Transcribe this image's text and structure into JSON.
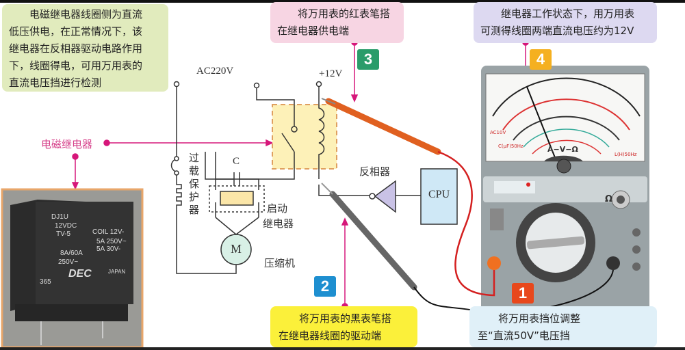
{
  "notes": {
    "relay_description": [
      "电磁继电器线圈侧为直流",
      "低压供电，在正常情况下，该",
      "继电器在反相器驱动电路作用",
      "下，线圈得电，可用万用表的",
      "直流电压挡进行检测"
    ],
    "step3": [
      "将万用表的红表笔搭",
      "在继电器供电端"
    ],
    "step4": [
      "继电器工作状态下，用万用表",
      "可测得线圈两端直流电压约为12V"
    ],
    "step2": [
      "将万用表的黑表笔搭",
      "在继电器线圈的驱动端"
    ],
    "step1": [
      "将万用表挡位调整",
      "至“直流50V”电压挡"
    ]
  },
  "badges": {
    "b1": "1",
    "b2": "2",
    "b3": "3",
    "b4": "4"
  },
  "badge_colors": {
    "b1": "#e8481c",
    "b2": "#1e8fd0",
    "b3": "#2a9c6a",
    "b4": "#f5b020"
  },
  "circuit": {
    "relay_label": "电磁继电器",
    "ac_label": "AC220V",
    "dc_label": "+12V",
    "overload_label": "过载保护器",
    "capacitor_label": "C",
    "start_relay_label": [
      "启动",
      "继电器"
    ],
    "motor_symbol": "M",
    "compressor_label": "压缩机",
    "inverter_label": "反相器",
    "cpu_label": "CPU"
  },
  "relay_photo": {
    "text": [
      "DJ1U",
      "12VDC",
      "TV-5",
      "COIL 12V",
      "5A 250V~",
      "5A 30V-",
      "8A/60A",
      "250V~",
      "DEC",
      "JAPAN",
      "365"
    ]
  },
  "multimeter": {
    "scale_label": "A−V−Ω",
    "ac_label": "AC10V",
    "cap_label": "C(μF)50Hz",
    "ind_label": "L(H)50Hz",
    "ohm": "Ω",
    "selected_range": "直流50V"
  }
}
